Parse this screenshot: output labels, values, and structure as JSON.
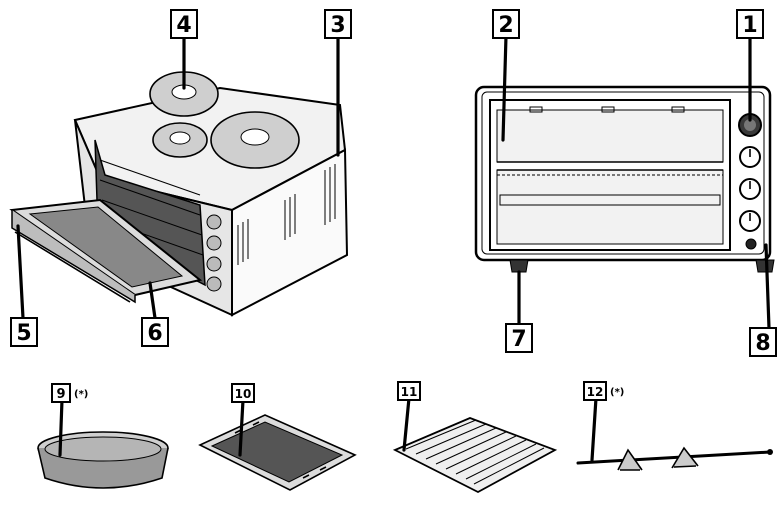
{
  "callouts": [
    {
      "id": "1",
      "text": "1",
      "suffix": ""
    },
    {
      "id": "2",
      "text": "2",
      "suffix": ""
    },
    {
      "id": "3",
      "text": "3",
      "suffix": ""
    },
    {
      "id": "4",
      "text": "4",
      "suffix": ""
    },
    {
      "id": "5",
      "text": "5",
      "suffix": ""
    },
    {
      "id": "6",
      "text": "6",
      "suffix": ""
    },
    {
      "id": "7",
      "text": "7",
      "suffix": ""
    },
    {
      "id": "8",
      "text": "8",
      "suffix": ""
    },
    {
      "id": "9",
      "text": "9",
      "suffix": "(*)"
    },
    {
      "id": "10",
      "text": "10",
      "suffix": ""
    },
    {
      "id": "11",
      "text": "11",
      "suffix": ""
    },
    {
      "id": "12",
      "text": "12",
      "suffix": "(*)"
    }
  ],
  "colors": {
    "ink": "#000000",
    "metal": "#d8d8d8",
    "dark": "#2a2a2a"
  }
}
